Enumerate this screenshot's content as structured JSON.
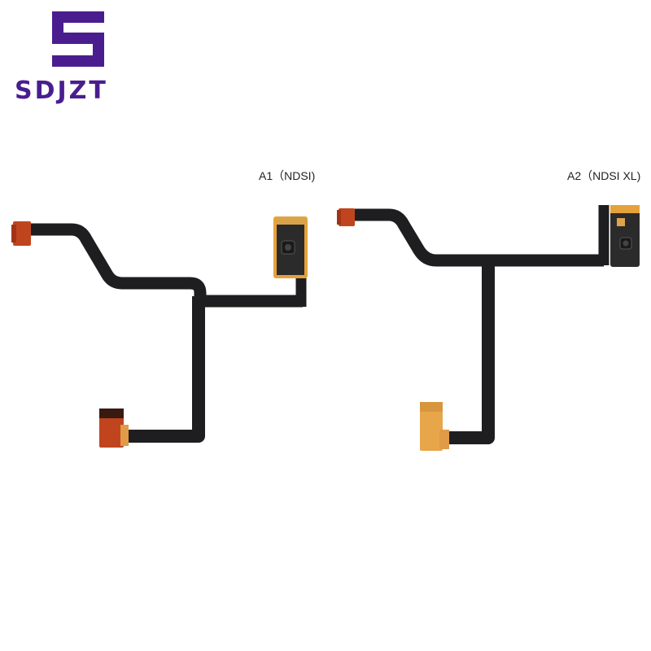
{
  "brand": {
    "logo_letter": "S",
    "name": "SDJZT",
    "color": "#4a1d8f"
  },
  "products": [
    {
      "label": "A1（NDSI)",
      "cable_color": "#1e1e20",
      "connector_color": "#c0451e"
    },
    {
      "label": "A2（NDSI XL)",
      "cable_color": "#1e1e20",
      "connector_color": "#e8a64a"
    }
  ]
}
